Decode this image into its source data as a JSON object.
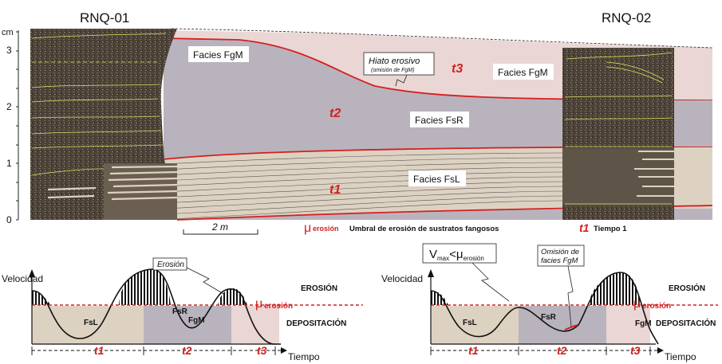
{
  "header": {
    "left_section": "RNQ-01",
    "right_section": "RNQ-02"
  },
  "scale": {
    "unit": "cm",
    "ticks": [
      "0",
      "1",
      "2",
      "3"
    ],
    "bar_label": "2 m"
  },
  "section": {
    "facies_fgm_left": "Facies FgM",
    "facies_fgm_right": "Facies FgM",
    "facies_fsr": "Facies FsR",
    "facies_fsl": "Facies FsL",
    "t1": "t1",
    "t2": "t2",
    "t3": "t3",
    "hiato_title": "Hiato erosivo",
    "hiato_sub": "(omisión de FgM)"
  },
  "legend": {
    "mu_symbol": "μ",
    "mu_sub": "erosión",
    "mu_text": "Umbral de erosión de sustratos fangosos",
    "t1_symbol": "t1",
    "t1_text": "Tiempo 1"
  },
  "graph_left": {
    "ylabel": "Velocidad",
    "xlabel": "Tiempo",
    "callout": "Erosión",
    "erosion": "EROSIÓN",
    "deposition": "DEPOSITACIÓN",
    "mu_symbol": "μ",
    "mu_sub": "erosión",
    "fsl": "FsL",
    "fsr": "FsR",
    "fgm": "FgM",
    "t1": "t1",
    "t2": "t2",
    "t3": "t3"
  },
  "graph_right": {
    "ylabel": "Velocidad",
    "xlabel": "Tiempo",
    "callout_v": "V",
    "callout_vsub": "max",
    "callout_lt": "<",
    "callout_mu": "μ",
    "callout_musub": "erosión",
    "omision_line1": "Omisión de",
    "omision_line2": "facies FgM",
    "erosion": "EROSIÓN",
    "deposition": "DEPOSITACIÓN",
    "mu_symbol": "μ",
    "mu_sub": "erosión",
    "fsl": "FsL",
    "fsr": "FsR",
    "fgm": "FgM",
    "t1": "t1",
    "t2": "t2",
    "t3": "t3"
  },
  "colors": {
    "fsl_fill": "#ddd2c2",
    "fsr_fill": "#b9b3bd",
    "fgm_fill": "#ead6d4",
    "erosion_line": "#d4201f",
    "core_dark": "#4a4036",
    "lamina_yellow": "#e0e060"
  }
}
